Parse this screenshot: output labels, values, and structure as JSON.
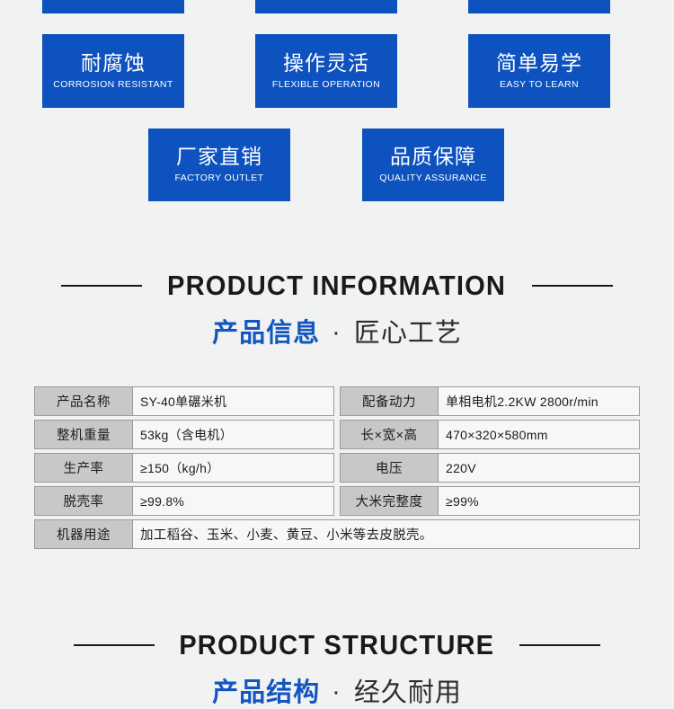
{
  "theme": {
    "page_background": "#f1f2f2",
    "badge_blue": "#0d52bf",
    "accent_blue": "#1456c0",
    "heading_dark": "#1a1a1a",
    "table_label_bg": "#c8c8c8",
    "table_value_bg": "#f7f7f7",
    "table_border": "#9a9a9a"
  },
  "badges": {
    "row_top_clipped": [
      {
        "cn": "",
        "en": ""
      },
      {
        "cn": "",
        "en": ""
      },
      {
        "cn": "",
        "en": ""
      }
    ],
    "row_middle": [
      {
        "cn": "耐腐蚀",
        "en": "CORROSION RESISTANT"
      },
      {
        "cn": "操作灵活",
        "en": "FLEXIBLE OPERATION"
      },
      {
        "cn": "简单易学",
        "en": "EASY TO LEARN"
      }
    ],
    "row_bottom": [
      {
        "cn": "厂家直销",
        "en": "FACTORY OUTLET"
      },
      {
        "cn": "品质保障",
        "en": "QUALITY ASSURANCE"
      }
    ]
  },
  "sections": {
    "product_information": {
      "title_en": "PRODUCT INFORMATION",
      "subtitle_blue": "产品信息",
      "subtitle_separator": "·",
      "subtitle_dark": "匠心工艺"
    },
    "product_structure": {
      "title_en": "PRODUCT STRUCTURE",
      "subtitle_blue": "产品结构",
      "subtitle_separator": "·",
      "subtitle_dark": "经久耐用"
    }
  },
  "spec_table": {
    "rows": [
      {
        "left": {
          "label": "产品名称",
          "value": "SY-40单碾米机"
        },
        "right": {
          "label": "配备动力",
          "value": "单相电机2.2KW  2800r/min"
        }
      },
      {
        "left": {
          "label": "整机重量",
          "value": "53kg（含电机）"
        },
        "right": {
          "label": "长×宽×高",
          "value": "470×320×580mm"
        }
      },
      {
        "left": {
          "label": "生产率",
          "value": "≥150（kg/h）"
        },
        "right": {
          "label": "电压",
          "value": "220V"
        }
      },
      {
        "left": {
          "label": "脱壳率",
          "value": "≥99.8%"
        },
        "right": {
          "label": "大米完整度",
          "value": "≥99%"
        }
      }
    ],
    "full_row": {
      "label": "机器用途",
      "value": "加工稻谷、玉米、小麦、黄豆、小米等去皮脱壳。"
    }
  }
}
